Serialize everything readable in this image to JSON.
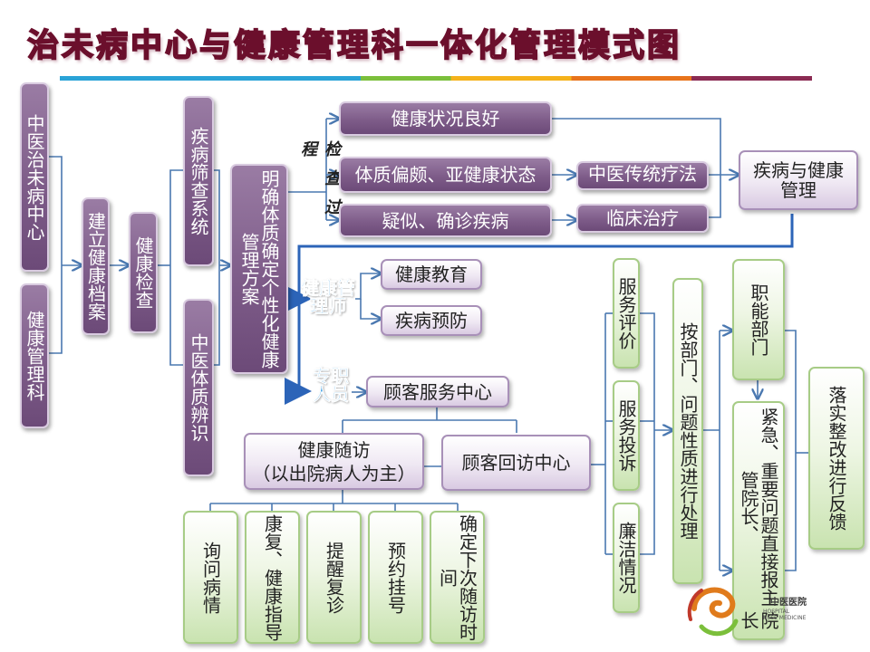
{
  "title": "治未病中心与健康管理科一体化管理模式图",
  "colors": {
    "purple": "#7e5c89",
    "lavender": "#efe8f3",
    "green": "#c9e3b0",
    "blue_label": "#1a8ee0",
    "line": "#4a78b0"
  },
  "left_column": {
    "center": "中医治未病中心",
    "dept": "健康管理科"
  },
  "archive": "建立健康档案",
  "checkup": "健康检查",
  "screening": "疾病筛查系统",
  "constitution": "中医体质辨识",
  "plan": "明确体质确定个性化健康管理方案",
  "check_process": "检查过程",
  "results": {
    "good": "健康状况良好",
    "bias": "体质偏颇、亚健康状态",
    "disease": "疑似、确诊疾病"
  },
  "treatments": {
    "tcm": "中医传统疗法",
    "clinical": "临床治疗"
  },
  "disease_mgmt": "疾病与健康管理",
  "health_manager": "健康管理师",
  "education": "健康教育",
  "prevention": "疾病预防",
  "staff": "专职人员",
  "service_center": "顾客服务中心",
  "followup": {
    "title": "健康随访",
    "subtitle": "（以出院病人为主）"
  },
  "return_visit": "顾客回访中心",
  "followup_items": [
    "询问病情",
    "康复、健康指导",
    "提醒复诊",
    "预约挂号",
    "确定下次随访时间"
  ],
  "feedback": [
    "服务评价",
    "服务投诉",
    "廉洁情况"
  ],
  "process": "按部门、问题性质进行处理",
  "functional": "职能部门",
  "urgent": "紧急、重要问题直接报主管院长、",
  "urgent_tail": "院长",
  "rectify": "落实整改进行反馈",
  "logo": {
    "name": "中医医院",
    "sub1": "HOSPITAL",
    "sub2": "NESE MEDICINE"
  }
}
